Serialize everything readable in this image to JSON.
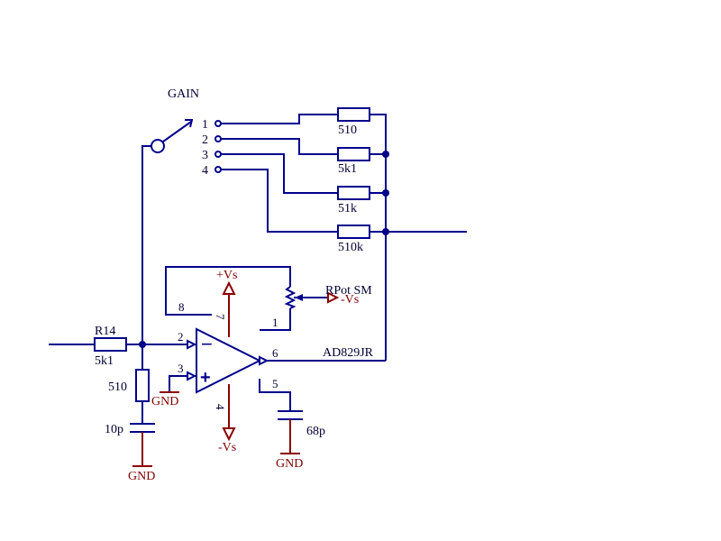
{
  "colors": {
    "wire": "#00008b",
    "power": "#8b0000",
    "text": "#000033",
    "power_text": "#800000"
  },
  "switch": {
    "label": "GAIN",
    "positions": [
      "1",
      "2",
      "3",
      "4"
    ]
  },
  "gain_resistors": [
    {
      "value": "510"
    },
    {
      "value": "5k1"
    },
    {
      "value": "51k"
    },
    {
      "value": "510k"
    }
  ],
  "input_network": {
    "r14": {
      "ref": "R14",
      "value": "5k1"
    },
    "r_shunt": {
      "value": "510"
    },
    "c_shunt": {
      "value": "10p"
    },
    "gnd": "GND"
  },
  "opamp": {
    "part": "AD829JR",
    "pins": {
      "p1": "1",
      "p2": "2",
      "p3": "3",
      "p4": "4",
      "p5": "5",
      "p6": "6",
      "p7": "7",
      "p8": "8"
    },
    "inv_sign": "−",
    "noninv_sign": "+"
  },
  "pot": {
    "label": "RPot SM",
    "supply": "-Vs"
  },
  "supplies": {
    "positive": "+Vs",
    "negative": "-Vs"
  },
  "comp_cap": {
    "value": "68p",
    "gnd": "GND"
  },
  "in_plus_gnd": "GND"
}
